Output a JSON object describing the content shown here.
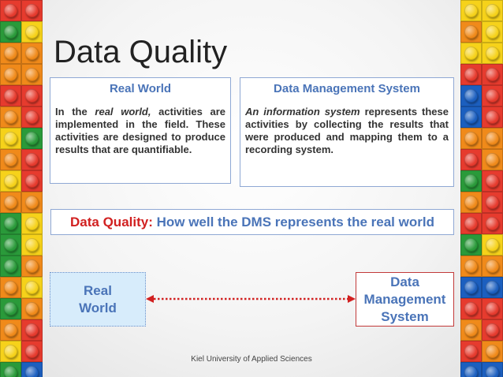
{
  "slide": {
    "title": "Data Quality",
    "real_world_box": {
      "heading": "Real World",
      "text_1": "In the ",
      "text_em": "real world,",
      "text_2": " activities are implemented in the field. These activities are designed to produce results that are quantifiable."
    },
    "dms_box": {
      "heading": "Data Management System",
      "text_em": "An information system",
      "text_2": " represents these activities by collecting the results that were produced and mapping them to a recording system."
    },
    "definition": {
      "label": "Data Quality:",
      "text": " How well the DMS represents the real world"
    },
    "diagram": {
      "left_node": "Real World",
      "right_node": "Data Management System"
    },
    "footer": "Kiel University of Applied Sciences"
  },
  "colors": {
    "accent_blue": "#4a74b8",
    "accent_red": "#d12020",
    "lego": [
      "#e63b2e",
      "#f6d21a",
      "#f08a1a",
      "#2a9a3a",
      "#1c5fbf"
    ]
  }
}
